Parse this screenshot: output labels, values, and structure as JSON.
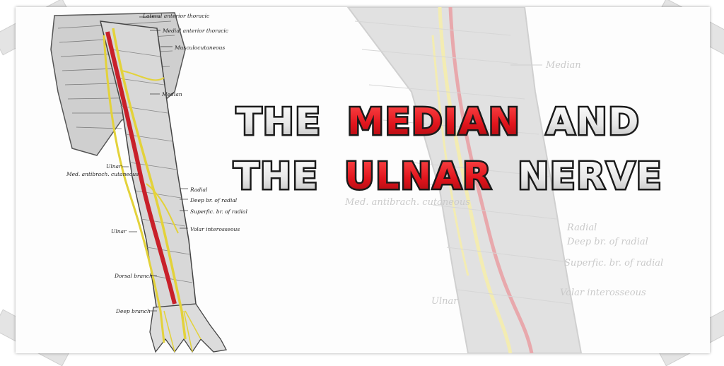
{
  "title": {
    "line1": {
      "before": "THE",
      "highlight": "MEDIAN",
      "after": "AND"
    },
    "line2": {
      "before": "THE",
      "highlight": "ULNAR",
      "after": "NERVE"
    }
  },
  "labels": {
    "lateral_anterior_thoracic": "Lateral anterior thoracic",
    "medial_anterior_thoracic": "Medial anterior thoracic",
    "musculocutaneous": "Musculocutaneous",
    "median": "Median",
    "ulnar": "Ulnar",
    "med_antibrach_cutaneous": "Med. antibrach. cutaneous",
    "radial": "Radial",
    "deep_br_of_radial": "Deep br. of radial",
    "superfic_br_of_radial": "Superfic. br. of radial",
    "volar_interosseous": "Volar interosseous",
    "ulnar_lower": "Ulnar",
    "dorsal_branch": "Dorsal branch",
    "deep_branch": "Deep branch"
  },
  "watermark_labels": {
    "median": "Median",
    "ulnar": "Ulnar",
    "med_antibrach_cutaneous": "Med. antibrach. cutaneous",
    "radial": "Radial",
    "deep_br_of_radial": "Deep br. of radial",
    "superfic_br_of_radial": "Superfic. br. of radial",
    "volar_interosseous": "Volar interosseous",
    "ulnar_lower": "Ulnar"
  },
  "colors": {
    "accent_red": "#e0141c",
    "nerve_yellow": "#e3d23a",
    "artery_red": "#c8202a",
    "title_white": "#f2f2f2",
    "outline": "#1a1a1a"
  }
}
